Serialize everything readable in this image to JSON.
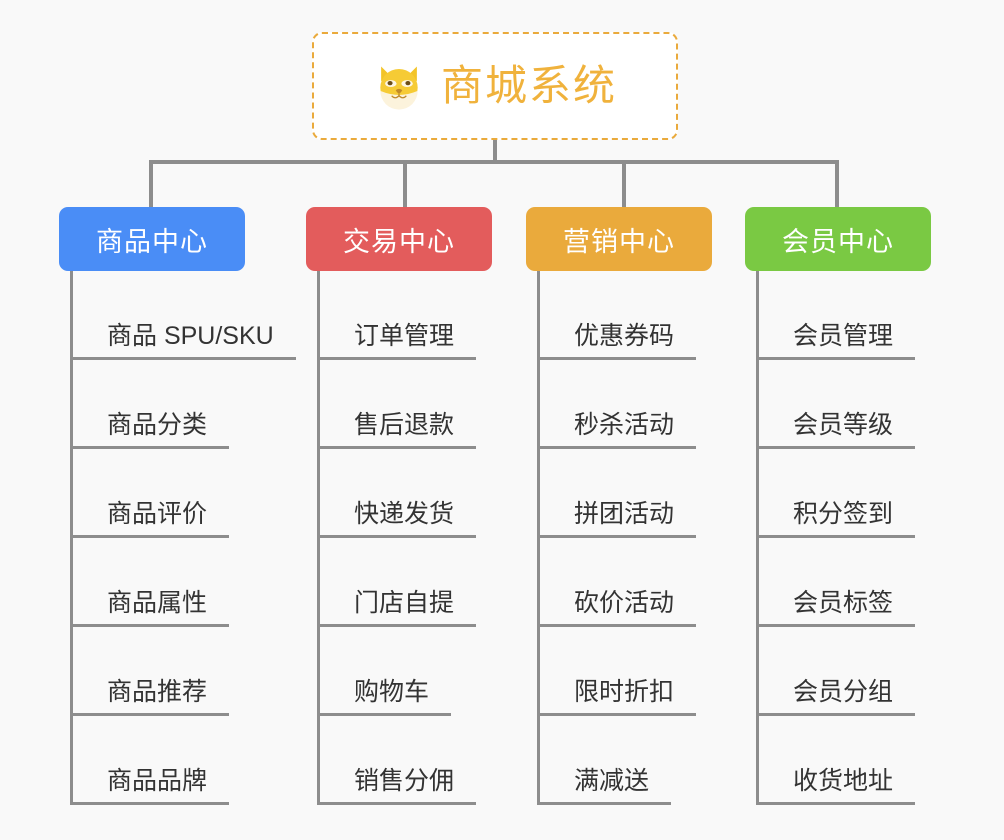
{
  "background_color": "#f9f9f9",
  "connector_color": "#8d8d8d",
  "root": {
    "title": "商城系统",
    "icon": "dog-face-icon",
    "border_color": "#eaaa3c",
    "text_color": "#f0b23c",
    "background_color": "#ffffff"
  },
  "columns": [
    {
      "label": "商品中心",
      "color": "#4a8df6",
      "width": 186,
      "items": [
        {
          "label": "商品 SPU/SKU"
        },
        {
          "label": "商品分类"
        },
        {
          "label": "商品评价"
        },
        {
          "label": "商品属性"
        },
        {
          "label": "商品推荐"
        },
        {
          "label": "商品品牌"
        }
      ]
    },
    {
      "label": "交易中心",
      "color": "#e35c5c",
      "width": 186,
      "items": [
        {
          "label": "订单管理"
        },
        {
          "label": "售后退款"
        },
        {
          "label": "快递发货"
        },
        {
          "label": "门店自提"
        },
        {
          "label": "购物车"
        },
        {
          "label": "销售分佣"
        }
      ]
    },
    {
      "label": "营销中心",
      "color": "#eaaa3c",
      "width": 186,
      "items": [
        {
          "label": "优惠券码"
        },
        {
          "label": "秒杀活动"
        },
        {
          "label": "拼团活动"
        },
        {
          "label": "砍价活动"
        },
        {
          "label": "限时折扣"
        },
        {
          "label": "满减送"
        }
      ]
    },
    {
      "label": "会员中心",
      "color": "#7ac943",
      "width": 186,
      "items": [
        {
          "label": "会员管理"
        },
        {
          "label": "会员等级"
        },
        {
          "label": "积分签到"
        },
        {
          "label": "会员标签"
        },
        {
          "label": "会员分组"
        },
        {
          "label": "收货地址"
        }
      ]
    }
  ],
  "layout": {
    "column_left_positions": [
      59,
      306,
      526,
      745
    ],
    "connector_drop_positions": [
      149,
      403,
      622,
      835
    ]
  }
}
